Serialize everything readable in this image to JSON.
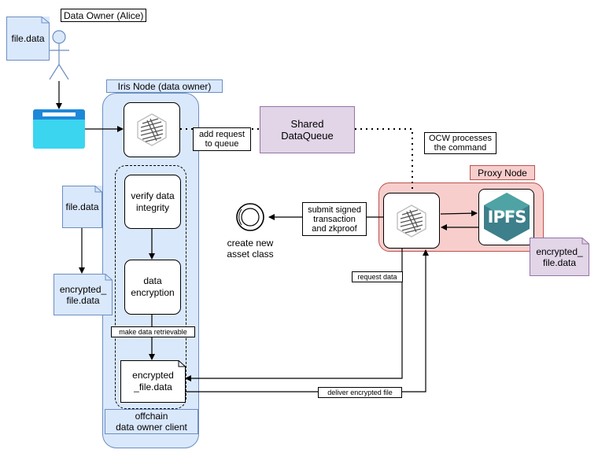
{
  "actor": {
    "label": "Data Owner (Alice)"
  },
  "documents": {
    "owner_file": "file.data",
    "node_file": "file.data",
    "node_encrypted": "encrypted_\nfile.data",
    "client_encrypted": "encrypted\n_file.data",
    "proxy_encrypted": "encrypted_\nfile.data"
  },
  "iris_node": {
    "title": "Iris Node (data owner)"
  },
  "offchain_client": {
    "label": "offchain\ndata owner client"
  },
  "shared_queue": {
    "label": "Shared\nDataQueue"
  },
  "proxy_node": {
    "title": "Proxy Node",
    "ipfs_label": "IPFS"
  },
  "steps": {
    "verify": "verify data\nintegrity",
    "encrypt": "data\nencryption"
  },
  "edge_labels": {
    "add_request": "add request\nto queue",
    "ocw": "OCW processes\nthe command",
    "submit": "submit signed\ntransaction\nand zkproof",
    "request_data": "request data",
    "make_retrievable": "make data retrievable",
    "deliver": "deliver encrypted file"
  },
  "asset": {
    "label": "create new\nasset class"
  },
  "colors": {
    "blue_fill": "#dae8fc",
    "blue_stroke": "#6c8ebf",
    "purple_fill": "#e1d5e7",
    "purple_stroke": "#9673a6",
    "red_fill": "#f8cecc",
    "red_stroke": "#b85450",
    "ipfs_teal": "#3d7f8a",
    "browser_cyan": "#3bd5f0"
  }
}
